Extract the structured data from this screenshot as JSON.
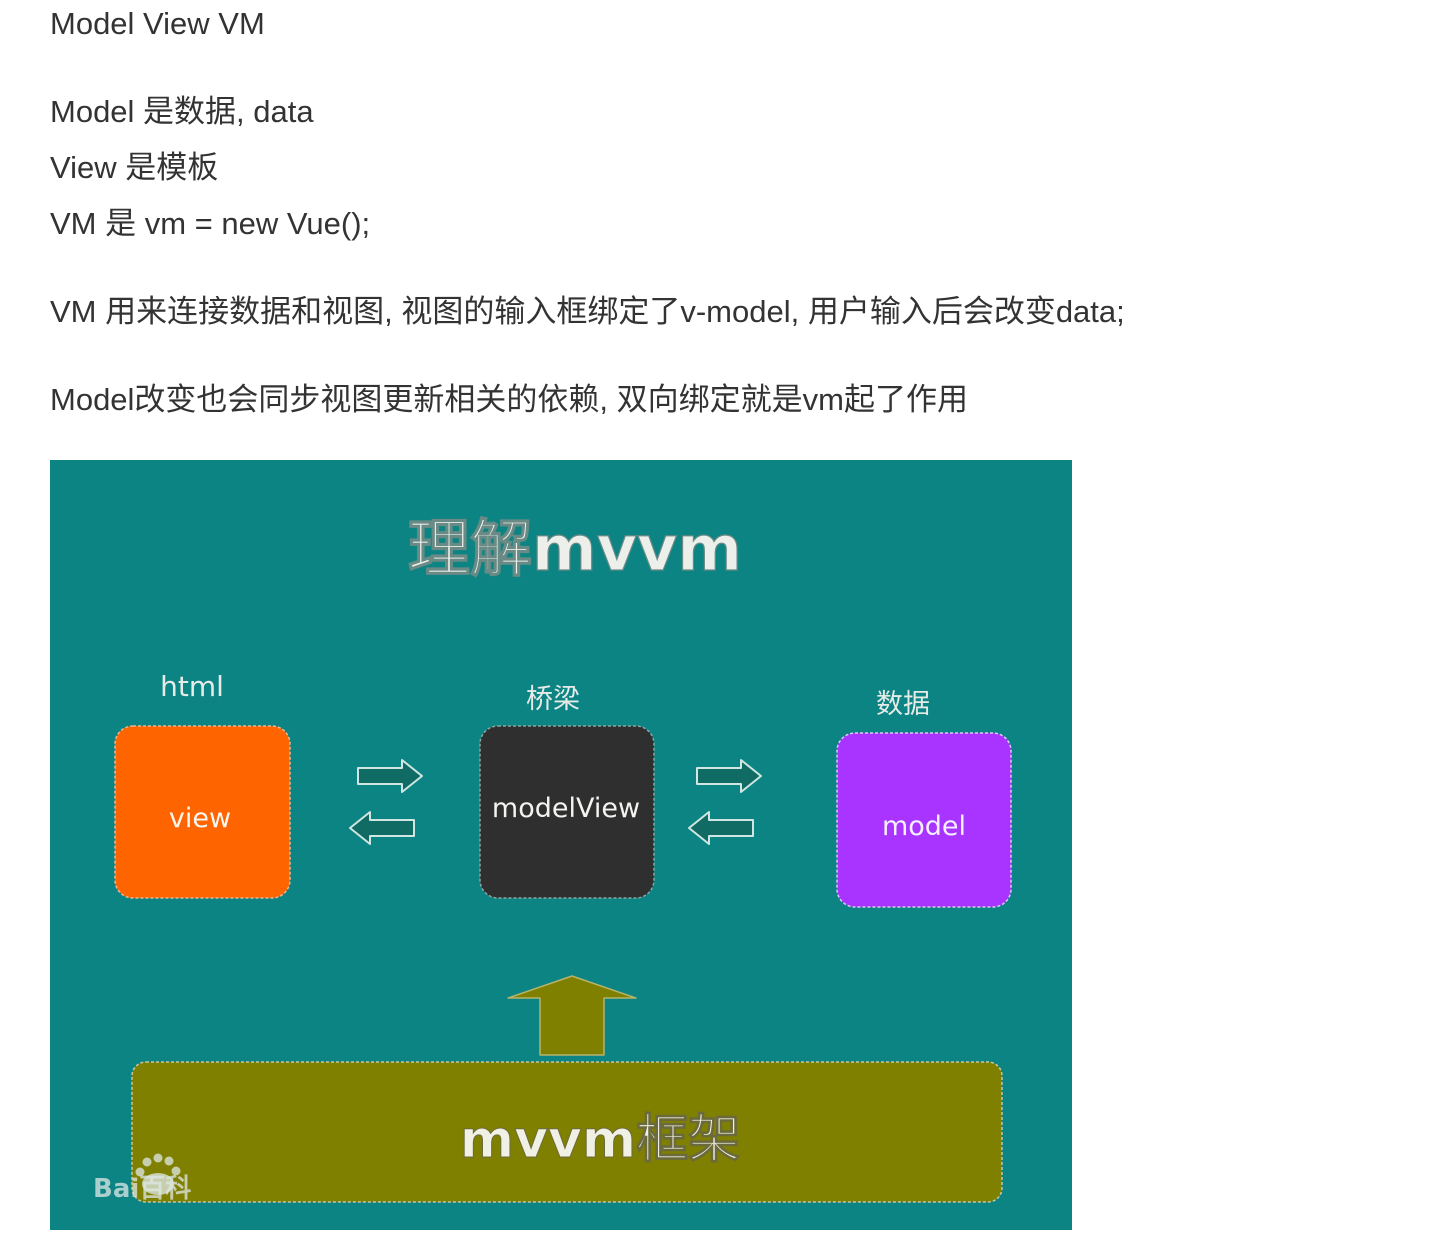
{
  "text": {
    "line1": "Model View VM",
    "line2": "Model 是数据, data",
    "line3": "View 是模板",
    "line4": "VM 是 vm = new Vue();",
    "line5": "VM 用来连接数据和视图, 视图的输入框绑定了v-model, 用户输入后会改变data;",
    "line6": "Model改变也会同步视图更新相关的依赖, 双向绑定就是vm起了作用"
  },
  "diagram": {
    "title": "理解mvvm",
    "nodes": {
      "view": {
        "caption": "html",
        "label": "view",
        "color": "#fe6400"
      },
      "viewmodel": {
        "caption": "桥梁",
        "label": "modelView",
        "color": "#2f2f2f"
      },
      "model": {
        "caption": "数据",
        "label": "model",
        "color": "#a933ff"
      }
    },
    "framework": {
      "label": "mvvm框架",
      "color": "#808000"
    },
    "watermark": "Bai百科",
    "colors": {
      "background": "#0b8483",
      "arrow_fill": "#0f6b63",
      "arrow_stroke": "#cfe6e2",
      "up_arrow": "#808000",
      "text_light": "#e9ece8"
    }
  }
}
